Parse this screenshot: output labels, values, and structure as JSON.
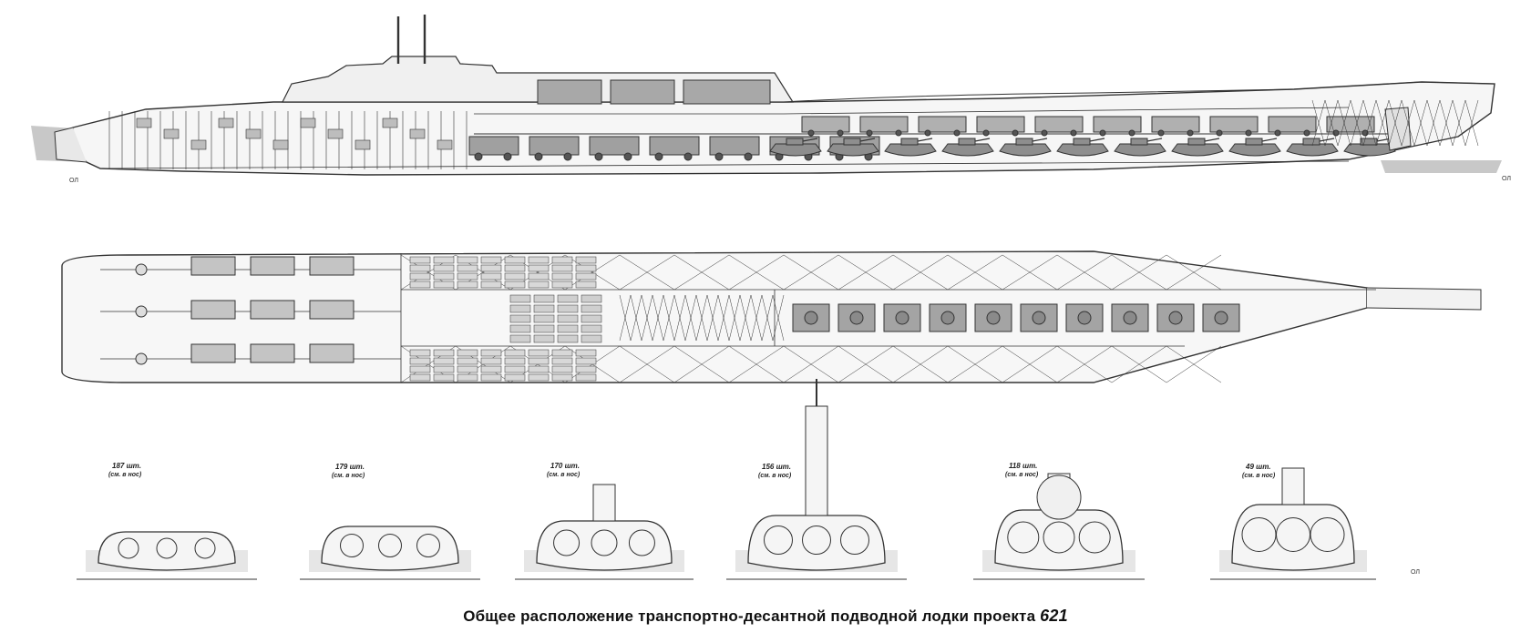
{
  "caption": {
    "text": "Общее расположение транспортно-десантной подводной лодки проекта",
    "number": "621"
  },
  "waterline_label": "ОЛ",
  "sections": [
    {
      "count": "187 шт.",
      "note": "(см. в нос)"
    },
    {
      "count": "179 шт.",
      "note": "(см. в нос)"
    },
    {
      "count": "170 шт.",
      "note": "(см. в нос)"
    },
    {
      "count": "156 шт.",
      "note": "(см. в нос)"
    },
    {
      "count": "118 шт.",
      "note": "(см. в нос)"
    },
    {
      "count": "49 шт.",
      "note": "(см. в нос)"
    }
  ],
  "colors": {
    "line": "#333333",
    "shade": "#9a9a9a",
    "light": "#d4d4d4",
    "paper": "#ffffff"
  }
}
